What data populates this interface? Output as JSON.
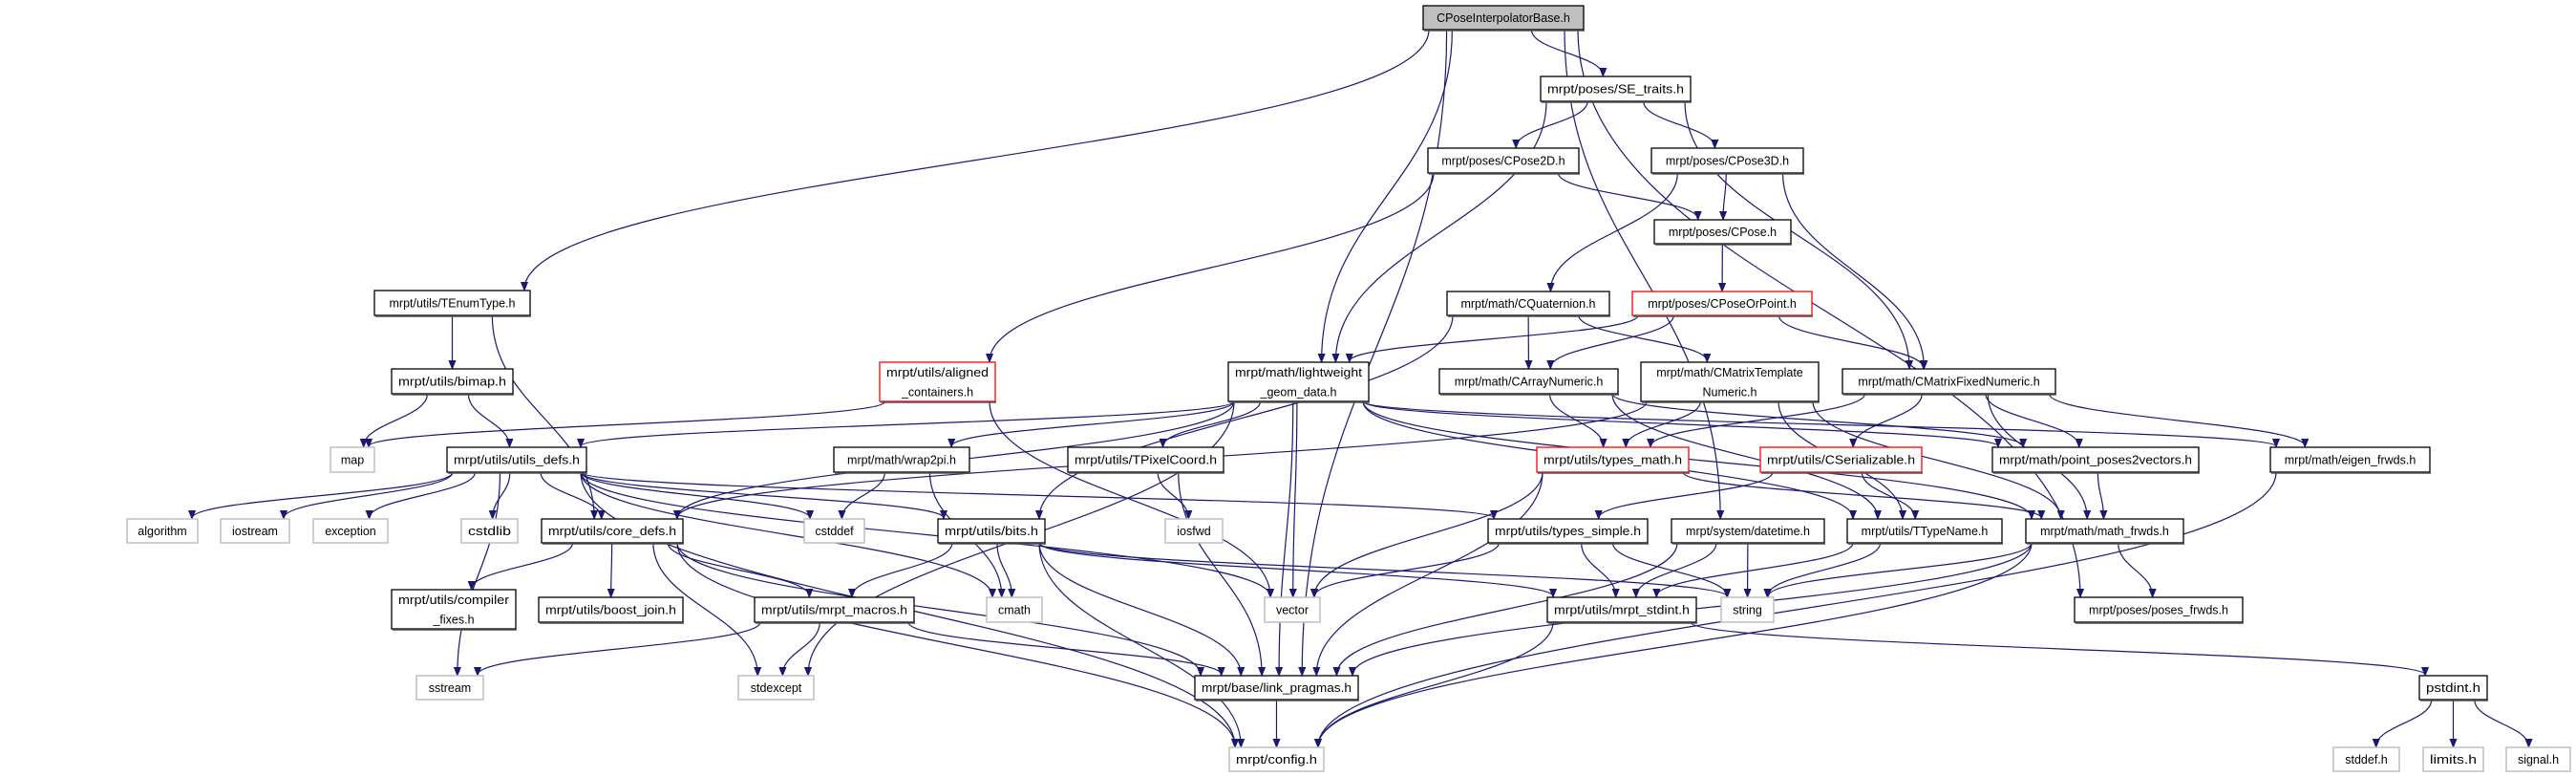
{
  "title": "CPoseInterpolatorBase.h",
  "colors": {
    "edge": "#191970",
    "root_fill": "#bfbfbf",
    "normal_border": "#000000",
    "system_border": "#bfbfbf",
    "truncated_border": "#ff0000"
  },
  "nodes": [
    {
      "id": "root",
      "lines": [
        "CPoseInterpolatorBase.h"
      ],
      "kind": "root"
    },
    {
      "id": "se_traits",
      "lines": [
        "mrpt/poses/SE_traits.h"
      ],
      "kind": "normal"
    },
    {
      "id": "cpose2d",
      "lines": [
        "mrpt/poses/CPose2D.h"
      ],
      "kind": "normal"
    },
    {
      "id": "cpose3d",
      "lines": [
        "mrpt/poses/CPose3D.h"
      ],
      "kind": "normal"
    },
    {
      "id": "cpose",
      "lines": [
        "mrpt/poses/CPose.h"
      ],
      "kind": "normal"
    },
    {
      "id": "cquat",
      "lines": [
        "mrpt/math/CQuaternion.h"
      ],
      "kind": "normal"
    },
    {
      "id": "cposeorpoint",
      "lines": [
        "mrpt/poses/CPoseOrPoint.h"
      ],
      "kind": "truncated"
    },
    {
      "id": "tenum",
      "lines": [
        "mrpt/utils/TEnumType.h"
      ],
      "kind": "normal"
    },
    {
      "id": "bimap",
      "lines": [
        "mrpt/utils/bimap.h"
      ],
      "kind": "normal"
    },
    {
      "id": "aligned",
      "lines": [
        "mrpt/utils/aligned",
        "_containers.h"
      ],
      "kind": "truncated"
    },
    {
      "id": "lightweight",
      "lines": [
        "mrpt/math/lightweight",
        "_geom_data.h"
      ],
      "kind": "normal"
    },
    {
      "id": "carray",
      "lines": [
        "mrpt/math/CArrayNumeric.h"
      ],
      "kind": "normal"
    },
    {
      "id": "cmtn",
      "lines": [
        "mrpt/math/CMatrixTemplate",
        "Numeric.h"
      ],
      "kind": "normal"
    },
    {
      "id": "cmfn",
      "lines": [
        "mrpt/math/CMatrixFixedNumeric.h"
      ],
      "kind": "normal"
    },
    {
      "id": "map",
      "lines": [
        "map"
      ],
      "kind": "system"
    },
    {
      "id": "utils_defs",
      "lines": [
        "mrpt/utils/utils_defs.h"
      ],
      "kind": "normal"
    },
    {
      "id": "wrap2pi",
      "lines": [
        "mrpt/math/wrap2pi.h"
      ],
      "kind": "normal"
    },
    {
      "id": "tpixel",
      "lines": [
        "mrpt/utils/TPixelCoord.h"
      ],
      "kind": "normal"
    },
    {
      "id": "types_math",
      "lines": [
        "mrpt/utils/types_math.h"
      ],
      "kind": "truncated"
    },
    {
      "id": "cserial",
      "lines": [
        "mrpt/utils/CSerializable.h"
      ],
      "kind": "truncated"
    },
    {
      "id": "pp2v",
      "lines": [
        "mrpt/math/point_poses2vectors.h"
      ],
      "kind": "normal"
    },
    {
      "id": "eigen",
      "lines": [
        "mrpt/math/eigen_frwds.h"
      ],
      "kind": "normal"
    },
    {
      "id": "algorithm",
      "lines": [
        "algorithm"
      ],
      "kind": "system"
    },
    {
      "id": "iostream",
      "lines": [
        "iostream"
      ],
      "kind": "system"
    },
    {
      "id": "exception",
      "lines": [
        "exception"
      ],
      "kind": "system"
    },
    {
      "id": "cstdlib",
      "lines": [
        "cstdlib"
      ],
      "kind": "system"
    },
    {
      "id": "core_defs",
      "lines": [
        "mrpt/utils/core_defs.h"
      ],
      "kind": "normal"
    },
    {
      "id": "cstddef",
      "lines": [
        "cstddef"
      ],
      "kind": "system"
    },
    {
      "id": "bits",
      "lines": [
        "mrpt/utils/bits.h"
      ],
      "kind": "normal"
    },
    {
      "id": "iosfwd",
      "lines": [
        "iosfwd"
      ],
      "kind": "system"
    },
    {
      "id": "types_simple",
      "lines": [
        "mrpt/utils/types_simple.h"
      ],
      "kind": "normal"
    },
    {
      "id": "datetime",
      "lines": [
        "mrpt/system/datetime.h"
      ],
      "kind": "normal"
    },
    {
      "id": "ttypename",
      "lines": [
        "mrpt/utils/TTypeName.h"
      ],
      "kind": "normal"
    },
    {
      "id": "math_frwds",
      "lines": [
        "mrpt/math/math_frwds.h"
      ],
      "kind": "normal"
    },
    {
      "id": "compiler_fixes",
      "lines": [
        "mrpt/utils/compiler",
        "_fixes.h"
      ],
      "kind": "normal"
    },
    {
      "id": "boost_join",
      "lines": [
        "mrpt/utils/boost_join.h"
      ],
      "kind": "normal"
    },
    {
      "id": "mrpt_macros",
      "lines": [
        "mrpt/utils/mrpt_macros.h"
      ],
      "kind": "normal"
    },
    {
      "id": "cmath",
      "lines": [
        "cmath"
      ],
      "kind": "system"
    },
    {
      "id": "vector",
      "lines": [
        "vector"
      ],
      "kind": "system"
    },
    {
      "id": "mrpt_stdint",
      "lines": [
        "mrpt/utils/mrpt_stdint.h"
      ],
      "kind": "normal"
    },
    {
      "id": "string",
      "lines": [
        "string"
      ],
      "kind": "system"
    },
    {
      "id": "poses_frwds",
      "lines": [
        "mrpt/poses/poses_frwds.h"
      ],
      "kind": "normal"
    },
    {
      "id": "sstream",
      "lines": [
        "sstream"
      ],
      "kind": "system"
    },
    {
      "id": "stdexcept",
      "lines": [
        "stdexcept"
      ],
      "kind": "system"
    },
    {
      "id": "link_pragmas",
      "lines": [
        "mrpt/base/link_pragmas.h"
      ],
      "kind": "normal"
    },
    {
      "id": "pstdint",
      "lines": [
        "pstdint.h"
      ],
      "kind": "normal"
    },
    {
      "id": "config",
      "lines": [
        "mrpt/config.h"
      ],
      "kind": "system"
    },
    {
      "id": "stddef",
      "lines": [
        "stddef.h"
      ],
      "kind": "system"
    },
    {
      "id": "limits",
      "lines": [
        "limits.h"
      ],
      "kind": "system"
    },
    {
      "id": "signal",
      "lines": [
        "signal.h"
      ],
      "kind": "system"
    }
  ],
  "edges": [
    [
      "root",
      "se_traits"
    ],
    [
      "root",
      "tenum"
    ],
    [
      "root",
      "lightweight"
    ],
    [
      "root",
      "datetime"
    ],
    [
      "root",
      "poses_frwds"
    ],
    [
      "root",
      "link_pragmas"
    ],
    [
      "se_traits",
      "cpose2d"
    ],
    [
      "se_traits",
      "cpose3d"
    ],
    [
      "se_traits",
      "lightweight"
    ],
    [
      "se_traits",
      "cmfn"
    ],
    [
      "cpose2d",
      "cpose"
    ],
    [
      "cpose2d",
      "aligned"
    ],
    [
      "cpose3d",
      "cpose"
    ],
    [
      "cpose3d",
      "cquat"
    ],
    [
      "cpose3d",
      "cmfn"
    ],
    [
      "cpose",
      "cposeorpoint"
    ],
    [
      "cquat",
      "carray"
    ],
    [
      "cquat",
      "cmtn"
    ],
    [
      "cquat",
      "bits"
    ],
    [
      "cposeorpoint",
      "lightweight"
    ],
    [
      "cposeorpoint",
      "carray"
    ],
    [
      "cposeorpoint",
      "cmfn"
    ],
    [
      "tenum",
      "bimap"
    ],
    [
      "tenum",
      "core_defs"
    ],
    [
      "bimap",
      "map"
    ],
    [
      "bimap",
      "utils_defs"
    ],
    [
      "aligned",
      "map"
    ],
    [
      "aligned",
      "vector"
    ],
    [
      "lightweight",
      "utils_defs"
    ],
    [
      "lightweight",
      "core_defs"
    ],
    [
      "lightweight",
      "wrap2pi"
    ],
    [
      "lightweight",
      "tpixel"
    ],
    [
      "lightweight",
      "vector"
    ],
    [
      "lightweight",
      "link_pragmas"
    ],
    [
      "lightweight",
      "math_frwds"
    ],
    [
      "lightweight",
      "eigen"
    ],
    [
      "lightweight",
      "pp2v"
    ],
    [
      "lightweight",
      "ttypename"
    ],
    [
      "lightweight",
      "stdexcept"
    ],
    [
      "carray",
      "types_math"
    ],
    [
      "carray",
      "ttypename"
    ],
    [
      "carray",
      "pp2v"
    ],
    [
      "cmtn",
      "types_math"
    ],
    [
      "cmtn",
      "ttypename"
    ],
    [
      "cmtn",
      "math_frwds"
    ],
    [
      "cmtn",
      "core_defs"
    ],
    [
      "cmfn",
      "cserial"
    ],
    [
      "cmfn",
      "pp2v"
    ],
    [
      "cmfn",
      "eigen"
    ],
    [
      "cmfn",
      "math_frwds"
    ],
    [
      "cmfn",
      "types_math"
    ],
    [
      "types_math",
      "vector"
    ],
    [
      "types_math",
      "math_frwds"
    ],
    [
      "types_math",
      "link_pragmas"
    ],
    [
      "cserial",
      "ttypename"
    ],
    [
      "cserial",
      "types_simple"
    ],
    [
      "wrap2pi",
      "cstddef"
    ],
    [
      "wrap2pi",
      "cmath"
    ],
    [
      "tpixel",
      "iosfwd"
    ],
    [
      "tpixel",
      "link_pragmas"
    ],
    [
      "pp2v",
      "math_frwds"
    ],
    [
      "eigen",
      "config"
    ],
    [
      "utils_defs",
      "algorithm"
    ],
    [
      "utils_defs",
      "iostream"
    ],
    [
      "utils_defs",
      "exception"
    ],
    [
      "utils_defs",
      "cstdlib"
    ],
    [
      "utils_defs",
      "core_defs"
    ],
    [
      "utils_defs",
      "cstddef"
    ],
    [
      "utils_defs",
      "bits"
    ],
    [
      "utils_defs",
      "types_simple"
    ],
    [
      "utils_defs",
      "vector"
    ],
    [
      "utils_defs",
      "cmath"
    ],
    [
      "utils_defs",
      "sstream"
    ],
    [
      "utils_defs",
      "config"
    ],
    [
      "core_defs",
      "compiler_fixes"
    ],
    [
      "core_defs",
      "boost_join"
    ],
    [
      "core_defs",
      "mrpt_macros"
    ],
    [
      "core_defs",
      "link_pragmas"
    ],
    [
      "core_defs",
      "config"
    ],
    [
      "core_defs",
      "stdexcept"
    ],
    [
      "bits",
      "mrpt_macros"
    ],
    [
      "bits",
      "cmath"
    ],
    [
      "bits",
      "link_pragmas"
    ],
    [
      "bits",
      "config"
    ],
    [
      "bits",
      "mrpt_stdint"
    ],
    [
      "bits",
      "string"
    ],
    [
      "types_simple",
      "vector"
    ],
    [
      "types_simple",
      "string"
    ],
    [
      "types_simple",
      "mrpt_stdint"
    ],
    [
      "datetime",
      "mrpt_stdint"
    ],
    [
      "datetime",
      "string"
    ],
    [
      "datetime",
      "link_pragmas"
    ],
    [
      "ttypename",
      "string"
    ],
    [
      "ttypename",
      "mrpt_stdint"
    ],
    [
      "math_frwds",
      "string"
    ],
    [
      "math_frwds",
      "link_pragmas"
    ],
    [
      "math_frwds",
      "config"
    ],
    [
      "math_frwds",
      "poses_frwds"
    ],
    [
      "mrpt_macros",
      "sstream"
    ],
    [
      "mrpt_macros",
      "stdexcept"
    ],
    [
      "mrpt_macros",
      "link_pragmas"
    ],
    [
      "mrpt_stdint",
      "config"
    ],
    [
      "mrpt_stdint",
      "pstdint"
    ],
    [
      "link_pragmas",
      "config"
    ],
    [
      "pstdint",
      "stddef"
    ],
    [
      "pstdint",
      "limits"
    ],
    [
      "pstdint",
      "signal"
    ]
  ]
}
